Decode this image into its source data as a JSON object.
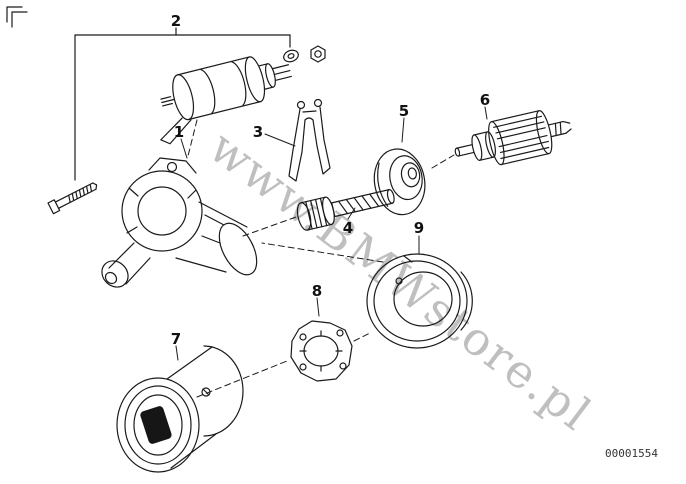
{
  "diagram": {
    "watermark": "www.BMWstore.pl",
    "part_number": "00001554",
    "callouts": [
      {
        "label": "1"
      },
      {
        "label": "2"
      },
      {
        "label": "3"
      },
      {
        "label": "4"
      },
      {
        "label": "5"
      },
      {
        "label": "6"
      },
      {
        "label": "7"
      },
      {
        "label": "8"
      },
      {
        "label": "9"
      }
    ]
  }
}
